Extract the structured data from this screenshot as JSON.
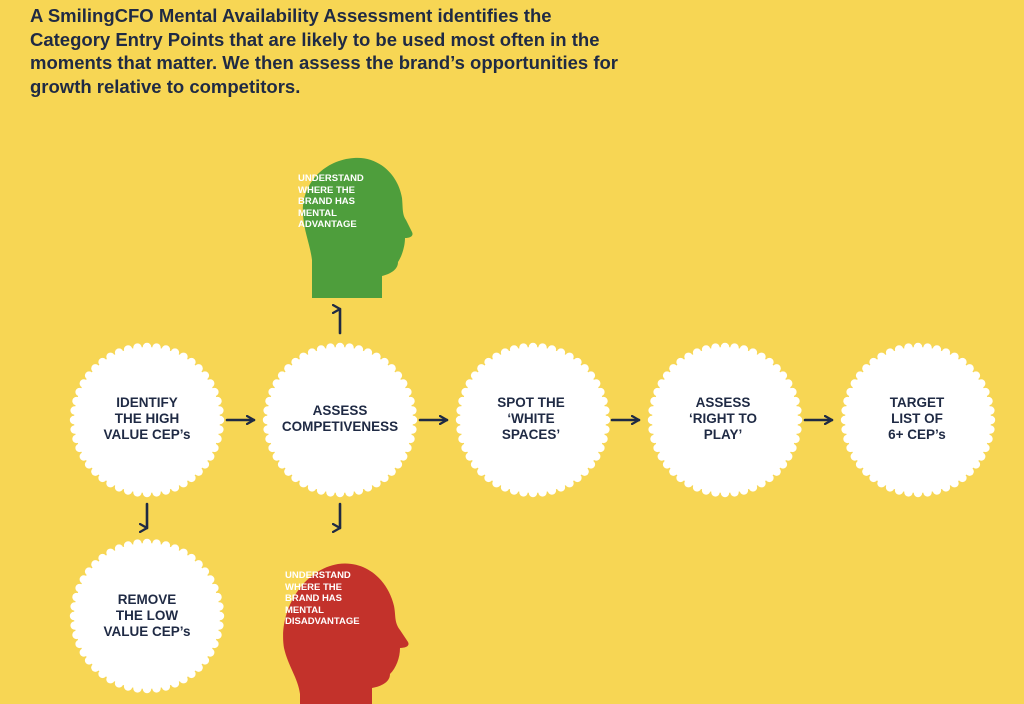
{
  "intro": {
    "lines": [
      "A SmilingCFO Mental Availability Assessment identifies the",
      "Category Entry Points that are likely to be used most often in the",
      "moments that matter. We then assess the brand’s opportunities for",
      "growth relative to competitors."
    ]
  },
  "colors": {
    "background": "#F7D654",
    "text_dark": "#1F2A44",
    "circle": "#FFFFFF",
    "advantage_head": "#4E9E3C",
    "disadvantage_head": "#C3322B",
    "arrow": "#1F2A44"
  },
  "steps": [
    {
      "id": "identify",
      "lines": [
        "IDENTIFY",
        "THE HIGH",
        "VALUE CEP’s"
      ]
    },
    {
      "id": "assess-competitiveness",
      "lines": [
        "ASSESS",
        "COMPETIVENESS"
      ]
    },
    {
      "id": "spot-white-spaces",
      "lines": [
        "SPOT THE",
        "‘WHITE",
        "SPACES’"
      ]
    },
    {
      "id": "assess-right-to-play",
      "lines": [
        "ASSESS",
        "‘RIGHT TO",
        "PLAY’"
      ]
    },
    {
      "id": "target-list",
      "lines": [
        "TARGET",
        "LIST OF",
        "6+ CEP’s"
      ]
    },
    {
      "id": "remove-low-value",
      "lines": [
        "REMOVE",
        "THE LOW",
        "VALUE CEP’s"
      ]
    }
  ],
  "heads": {
    "advantage": {
      "lines": [
        "UNDERSTAND",
        "WHERE THE",
        "BRAND HAS",
        "MENTAL",
        "ADVANTAGE"
      ],
      "icon": "head-profile-icon"
    },
    "disadvantage": {
      "lines": [
        "UNDERSTAND",
        "WHERE THE",
        "BRAND HAS",
        "MENTAL",
        "DISADVANTAGE"
      ],
      "icon": "head-profile-icon"
    }
  }
}
